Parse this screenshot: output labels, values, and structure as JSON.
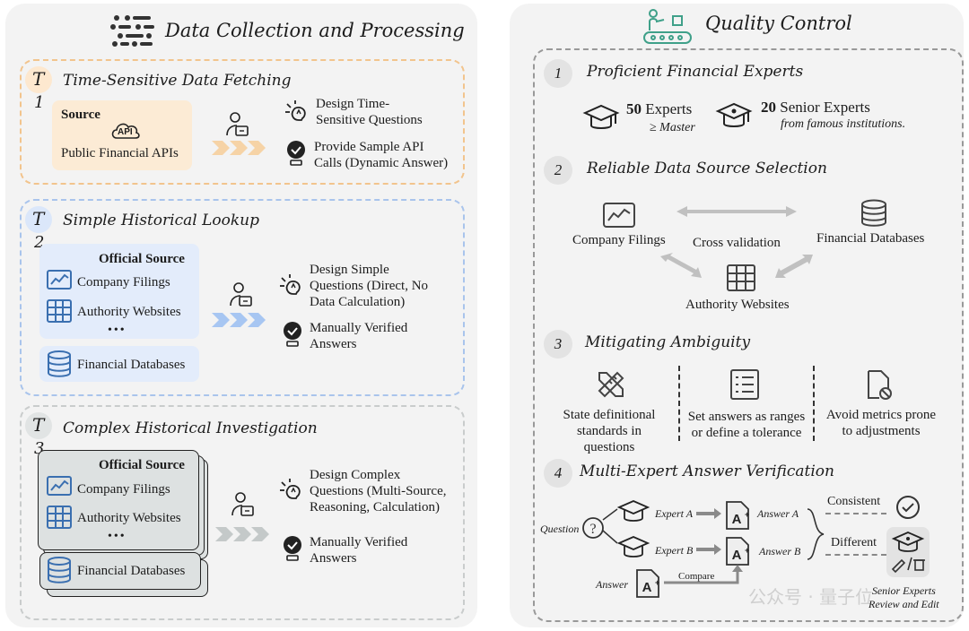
{
  "left": {
    "title": "Data Collection and Processing",
    "t1": {
      "badge_t": "T",
      "badge_n": "1",
      "heading": "Time-Sensitive Data Fetching",
      "source_label": "Source",
      "api_icon_text": "API",
      "source_name": "Public Financial APIs",
      "step1": "Design Time-Sensitive Questions",
      "step1_l1": "Design Time-",
      "step1_l2": "Sensitive Questions",
      "step2_l1": "Provide Sample API",
      "step2_l2": "Calls (Dynamic Answer)"
    },
    "t2": {
      "badge_t": "T",
      "badge_n": "2",
      "heading": "Simple Historical Lookup",
      "official": "Official Source",
      "item1": "Company Filings",
      "item2": "Authority Websites",
      "dots": "•••",
      "db": "Financial Databases",
      "step1_l1": "Design Simple",
      "step1_l2": "Questions (Direct, No",
      "step1_l3": "Data Calculation)",
      "step2_l1": "Manually Verified",
      "step2_l2": "Answers"
    },
    "t3": {
      "badge_t": "T",
      "badge_n": "3",
      "heading": "Complex Historical Investigation",
      "official": "Official Source",
      "item1": "Company Filings",
      "item2": "Authority Websites",
      "dots": "•••",
      "db": "Financial Databases",
      "step1_l1": "Design Complex",
      "step1_l2": "Questions (Multi-Source,",
      "step1_l3": "Reasoning, Calculation)",
      "step2_l1": "Manually Verified",
      "step2_l2": "Answers"
    }
  },
  "right": {
    "title": "Quality Control",
    "s1": {
      "num": "1",
      "heading": "Proficient Financial Experts",
      "count1": "50",
      "label1": "Experts",
      "sub1": "≥ Master",
      "count2": "20",
      "label2": "Senior Experts",
      "sub2": "from famous institutions."
    },
    "s2": {
      "num": "2",
      "heading": "Reliable Data Source Selection",
      "filings": "Company Filings",
      "cross": "Cross validation",
      "databases": "Financial Databases",
      "websites": "Authority Websites"
    },
    "s3": {
      "num": "3",
      "heading": "Mitigating Ambiguity",
      "c1_l1": "State definitional",
      "c1_l2": "standards in",
      "c1_l3": "questions",
      "c2_l1": "Set answers as ranges",
      "c2_l2": "or define a tolerance",
      "c3_l1": "Avoid metrics prone",
      "c3_l2": "to adjustments"
    },
    "s4": {
      "num": "4",
      "heading": "Multi-Expert Answer Verification",
      "question": "Question",
      "expert_a": "Expert A",
      "expert_b": "Expert B",
      "answer_a": "Answer A",
      "answer_b": "Answer B",
      "answer": "Answer",
      "compare": "Compare",
      "consistent": "Consistent",
      "different": "Different",
      "senior_l1": "Senior Experts",
      "senior_l2": "Review and Edit"
    }
  },
  "watermark": "公众号 · 量子位",
  "colors": {
    "orange": "#f2c48d",
    "orange_fill": "#fcebd5",
    "blue": "#a9c4ec",
    "blue_fill": "#e3ecfb",
    "gray": "#c9cccc",
    "gray_fill": "#dde1e1",
    "icon_blue": "#3a6fb0",
    "arrow_orange": "#f6d3a6",
    "arrow_blue": "#a7c6f2",
    "arrow_gray": "#c4c9c9"
  }
}
